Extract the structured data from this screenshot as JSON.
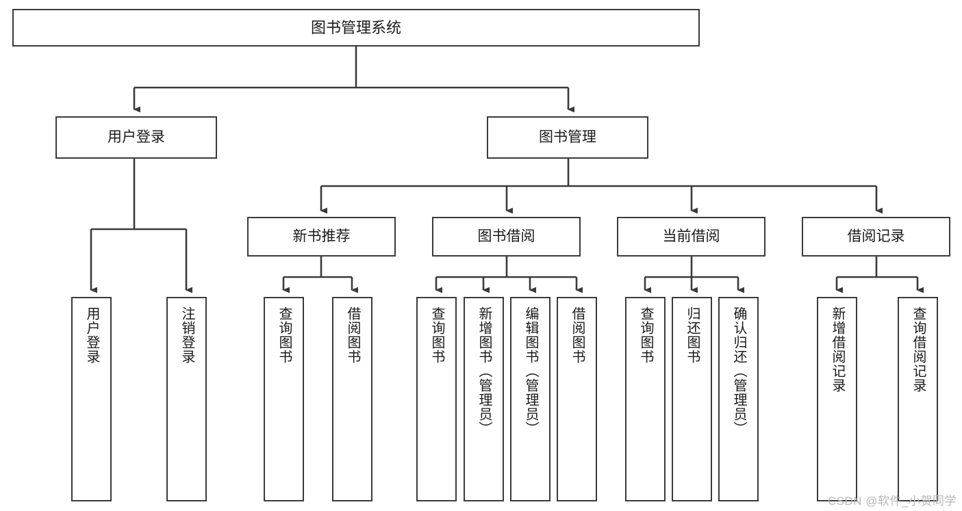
{
  "diagram": {
    "title": "图书管理系统",
    "type": "功能结构图",
    "watermark": "CSDN @软件_小贺同学",
    "colors": {
      "box_border": "#3a3a3a",
      "box_fill": "#ffffff",
      "edge": "#3a3a3a",
      "text": "#1a1a1a",
      "watermark": "#b7b7b7",
      "background": "#ffffff"
    }
  },
  "nodes": {
    "root": {
      "label": "图书管理系统",
      "level": 0
    },
    "level1": [
      {
        "id": "user-login",
        "label": "用户登录"
      },
      {
        "id": "book-manage",
        "label": "图书管理"
      }
    ],
    "level2": [
      {
        "id": "new-book-rec",
        "label": "新书推荐",
        "parent": "book-manage"
      },
      {
        "id": "book-borrow",
        "label": "图书借阅",
        "parent": "book-manage"
      },
      {
        "id": "current-borrow",
        "label": "当前借阅",
        "parent": "book-manage"
      },
      {
        "id": "borrow-record",
        "label": "借阅记录",
        "parent": "book-manage"
      }
    ],
    "leaves": {
      "user-login": [
        {
          "id": "leaf-user-login",
          "label": "用户登录"
        },
        {
          "id": "leaf-logout",
          "label": "注销登录"
        }
      ],
      "new-book-rec": [
        {
          "id": "leaf-query-book-1",
          "label": "查询图书"
        },
        {
          "id": "leaf-borrow-book-1",
          "label": "借阅图书"
        }
      ],
      "book-borrow": [
        {
          "id": "leaf-query-book-2",
          "label": "查询图书"
        },
        {
          "id": "leaf-add-book",
          "label": "新增图书（管理员）"
        },
        {
          "id": "leaf-edit-book",
          "label": "编辑图书（管理员）"
        },
        {
          "id": "leaf-borrow-book-2",
          "label": "借阅图书"
        }
      ],
      "current-borrow": [
        {
          "id": "leaf-query-book-3",
          "label": "查询图书"
        },
        {
          "id": "leaf-return-book",
          "label": "归还图书"
        },
        {
          "id": "leaf-confirm-return",
          "label": "确认归还（管理员）"
        }
      ],
      "borrow-record": [
        {
          "id": "leaf-add-record",
          "label": "新增借阅记录"
        },
        {
          "id": "leaf-query-record",
          "label": "查询借阅记录"
        }
      ]
    }
  }
}
